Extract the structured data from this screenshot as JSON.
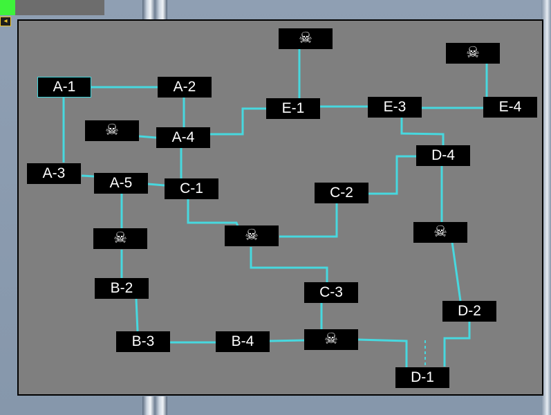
{
  "colors": {
    "link": "#47d8df",
    "node_bg": "#000000",
    "node_text": "#ffffff",
    "map_bg": "#7f7f7f",
    "hp": "#3ef33b"
  },
  "skull_glyph": "☠",
  "nodes": {
    "A1": "A-1",
    "A2": "A-2",
    "A3": "A-3",
    "A4": "A-4",
    "A5": "A-5",
    "B2": "B-2",
    "B3": "B-3",
    "B4": "B-4",
    "C1": "C-1",
    "C2": "C-2",
    "C3": "C-3",
    "D1": "D-1",
    "D2": "D-2",
    "D4": "D-4",
    "E1": "E-1",
    "E3": "E-3",
    "E4": "E-4"
  },
  "selected_node": "A-1",
  "skull_nodes": [
    "skull-top-e1",
    "skull-top-e4",
    "skull-left-a4",
    "skull-a5",
    "skull-center",
    "skull-d4",
    "skull-bottom"
  ]
}
